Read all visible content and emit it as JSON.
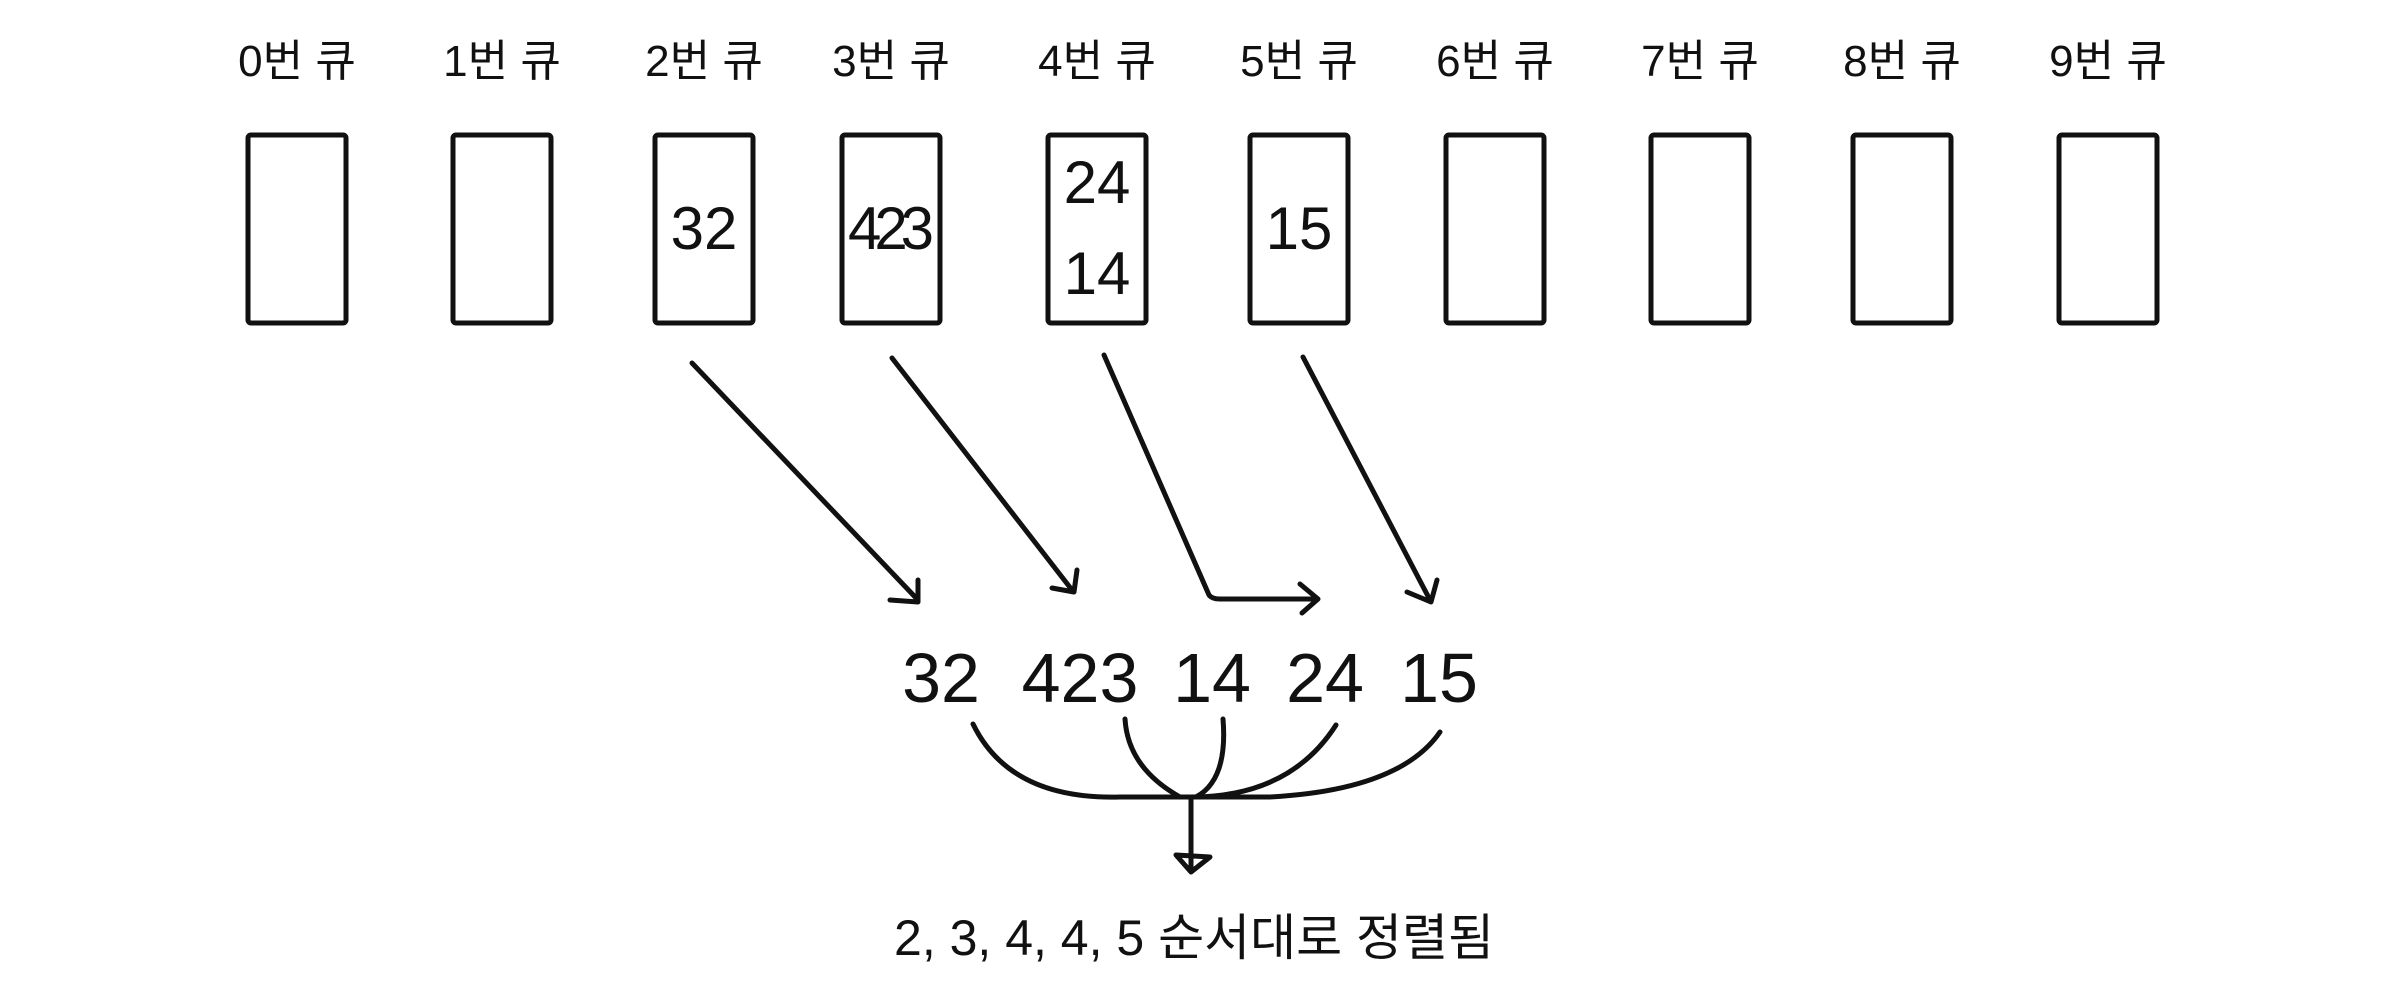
{
  "queues": [
    {
      "label": "0번 큐",
      "items": []
    },
    {
      "label": "1번 큐",
      "items": []
    },
    {
      "label": "2번 큐",
      "items": [
        "32"
      ]
    },
    {
      "label": "3번 큐",
      "items": [
        "423"
      ]
    },
    {
      "label": "4번 큐",
      "items": [
        "24",
        "14"
      ]
    },
    {
      "label": "5번 큐",
      "items": [
        "15"
      ]
    },
    {
      "label": "6번 큐",
      "items": []
    },
    {
      "label": "7번 큐",
      "items": []
    },
    {
      "label": "8번 큐",
      "items": []
    },
    {
      "label": "9번 큐",
      "items": []
    }
  ],
  "output_sequence": [
    "32",
    "423",
    "14",
    "24",
    "15"
  ],
  "caption": "2, 3, 4, 4, 5 순서대로 정렬됨"
}
